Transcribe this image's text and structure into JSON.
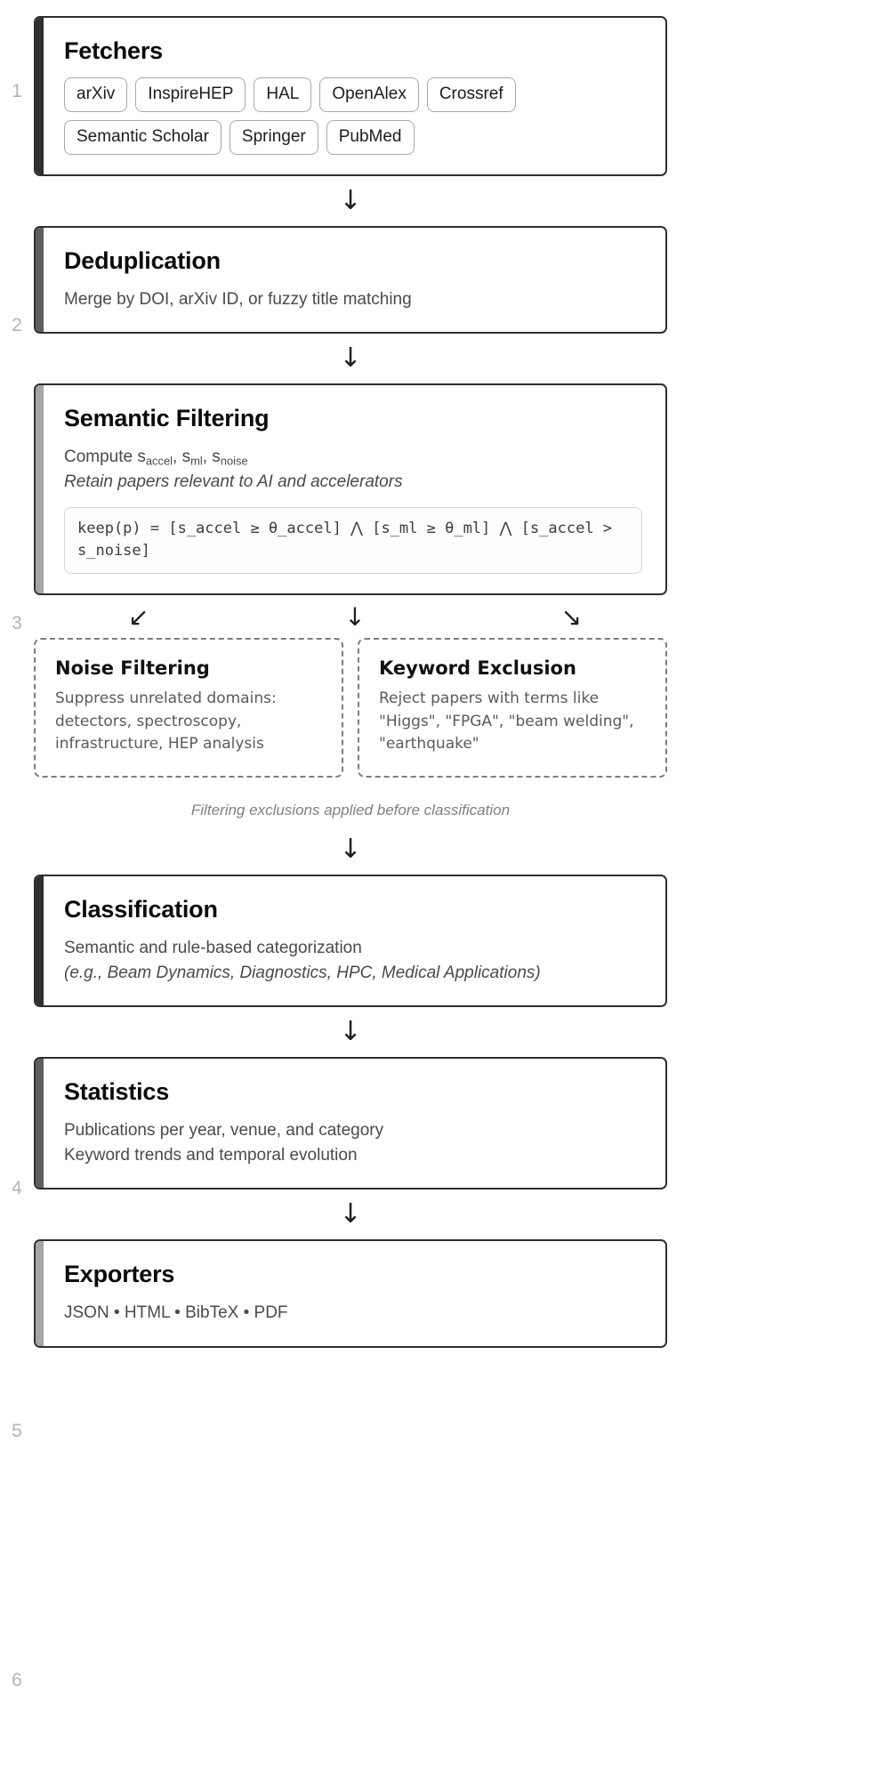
{
  "diagram": {
    "title": "Pipeline flow",
    "colors": {
      "accent_dark": "#2f2f2f",
      "accent_mid": "#5e5e5e",
      "accent_light": "#a6a6a6",
      "dashed_border": "#7d7d7d",
      "step_number": "#b3b3b3",
      "body_text": "#4a4a4a"
    },
    "steps": [
      {
        "number": "1",
        "title": "Fetchers",
        "chips": [
          "arXiv",
          "InspireHEP",
          "HAL",
          "OpenAlex",
          "Crossref",
          "Semantic Scholar",
          "Springer",
          "PubMed"
        ]
      },
      {
        "number": "2",
        "title": "Deduplication",
        "line1": "Merge by DOI, arXiv ID, or fuzzy title matching"
      },
      {
        "number": "3",
        "title": "Semantic Filtering",
        "compute_prefix": "Compute s",
        "compute_sub1": "accel",
        "compute_mid1": ", s",
        "compute_sub2": "ml",
        "compute_mid2": ", s",
        "compute_sub3": "noise",
        "retain": "Retain papers relevant to AI and accelerators",
        "code": "keep(p) = [s_accel ≥ θ_accel] ⋀ [s_ml ≥ θ_ml] ⋀ [s_accel > s_noise]"
      },
      {
        "number": "4",
        "title": "Classification",
        "line1": "Semantic and rule-based categorization",
        "line2": "(e.g., Beam Dynamics, Diagnostics, HPC, Medical Applications)"
      },
      {
        "number": "5",
        "title": "Statistics",
        "line1": "Publications per year, venue, and category",
        "line2": "Keyword trends and temporal evolution"
      },
      {
        "number": "6",
        "title": "Exporters",
        "line1": "JSON • HTML • BibTeX • PDF"
      }
    ],
    "branch": {
      "arrow_left": "↙",
      "arrow_down": "↓",
      "arrow_right": "↘",
      "boxes": [
        {
          "title": "Noise Filtering",
          "text": "Suppress unrelated domains: detectors, spectroscopy, infrastructure, HEP analysis"
        },
        {
          "title": "Keyword Exclusion",
          "text": "Reject papers with terms like \"Higgs\", \"FPGA\", \"beam welding\", \"earthquake\""
        }
      ],
      "caption": "Filtering exclusions applied before classification"
    },
    "arrows": {
      "down": "↓"
    }
  }
}
